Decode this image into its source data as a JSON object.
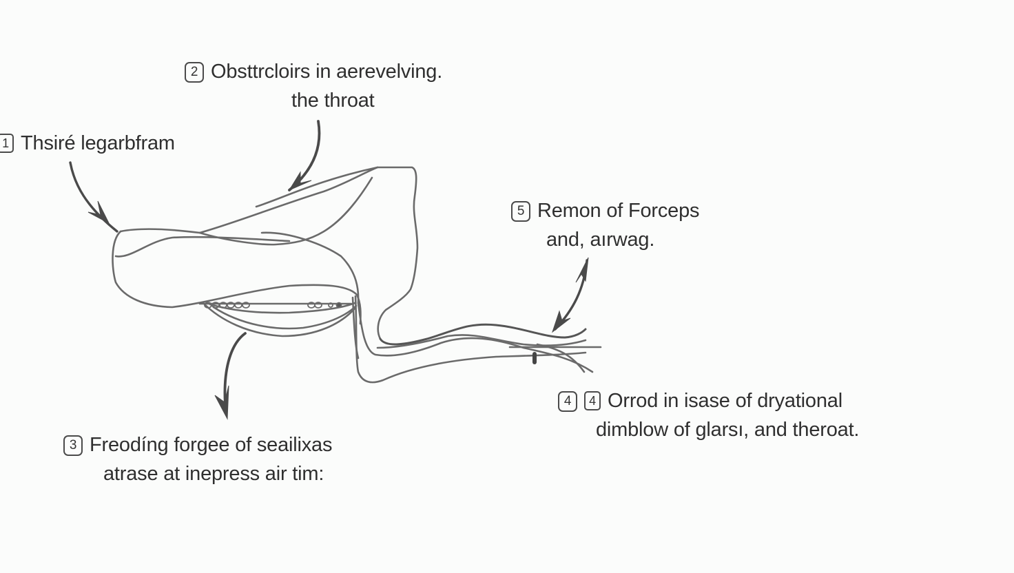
{
  "diagram": {
    "type": "anatomical line drawing with numbered callouts",
    "colors": {
      "background": "#fbfcfb",
      "outline": "#6a6a6a",
      "outline_dark": "#4f4f4f",
      "arrow": "#4a4a4a",
      "text": "#2f2f2f"
    },
    "callouts": [
      {
        "number": "1",
        "line1": "Thsiré legarbfram",
        "line2": ""
      },
      {
        "number": "2",
        "line1": "Obsttrcloirs in aerevelving.",
        "line2": "the throat"
      },
      {
        "number": "3",
        "line1": "Freodíng forgee of seailixas",
        "line2": "atrase at inepress air tim:"
      },
      {
        "number": "4",
        "inner_number": "4",
        "line1": "Orrod in isase of dryational",
        "line2": "dimblow of glarsı, and theroat."
      },
      {
        "number": "5",
        "line1": "Remon of Forceps",
        "line2": "and, aırwag."
      }
    ],
    "arrows": [
      {
        "id": "arrow-1",
        "points_to": "upper left edge of structure"
      },
      {
        "id": "arrow-2",
        "points_to": "upper tube wall"
      },
      {
        "id": "arrow-3",
        "points_to": "downward from lower lobe"
      },
      {
        "id": "arrow-5",
        "points_to": "double-headed near tube tip"
      }
    ]
  }
}
